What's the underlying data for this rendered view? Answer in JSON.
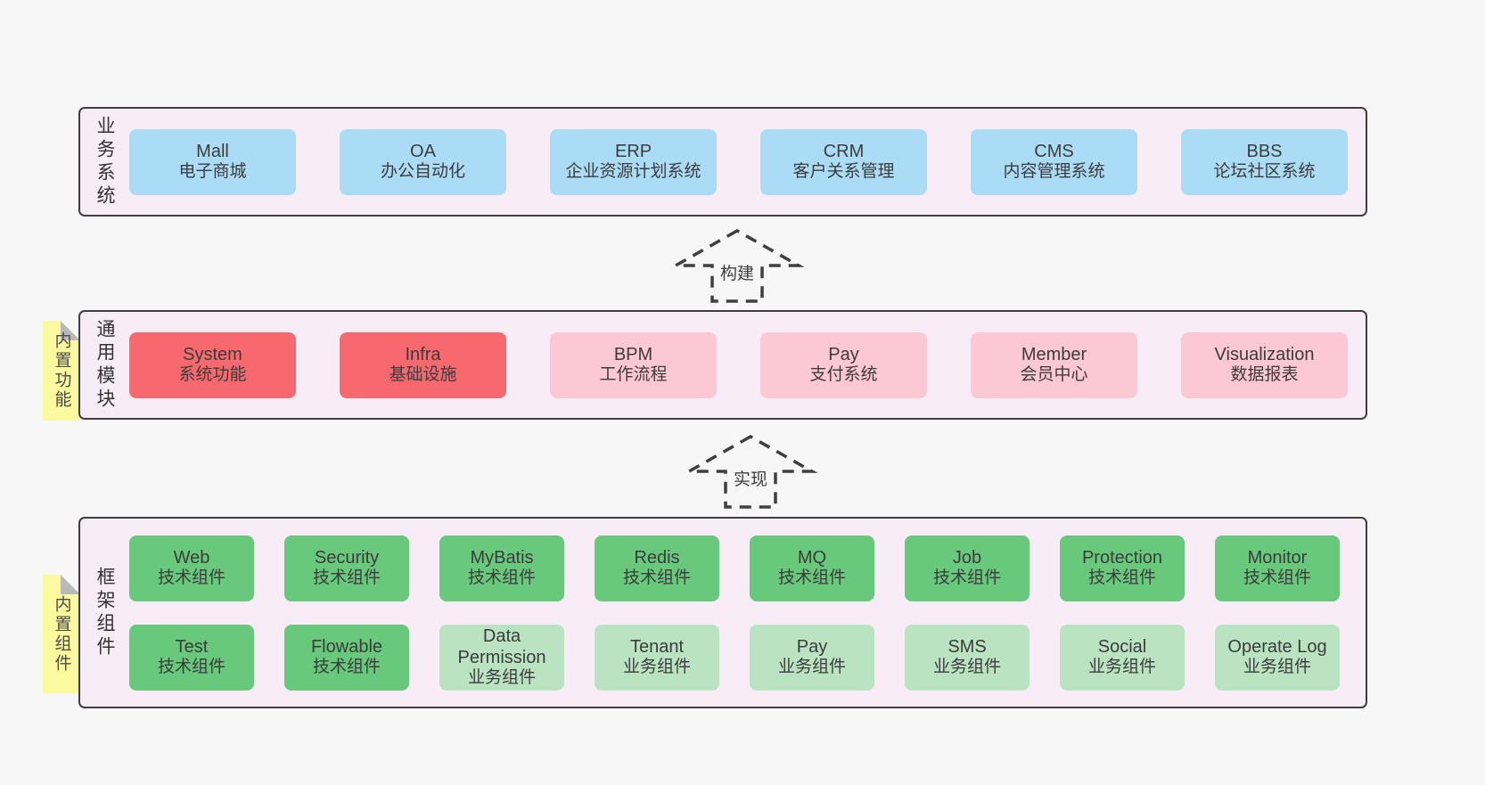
{
  "colors": {
    "blue": "#aadcf5",
    "red": "#f7696e",
    "pink": "#fcc8d3",
    "green": "#68c87b",
    "lightgreen": "#b9e3c1",
    "sticky": "#fcfa9f",
    "panel_fill": "#f8edf6",
    "panel_border": "#3f3f3f",
    "page_background": "#f7f7f7"
  },
  "arrows": [
    {
      "label": "构建"
    },
    {
      "label": "实现"
    }
  ],
  "sections": [
    {
      "label": "业务系统",
      "sticky": null,
      "rows": [
        {
          "boxes": [
            {
              "title": "Mall",
              "subtitle": "电子商城",
              "variant": "blue"
            },
            {
              "title": "OA",
              "subtitle": "办公自动化",
              "variant": "blue"
            },
            {
              "title": "ERP",
              "subtitle": "企业资源计划系统",
              "variant": "blue"
            },
            {
              "title": "CRM",
              "subtitle": "客户关系管理",
              "variant": "blue"
            },
            {
              "title": "CMS",
              "subtitle": "内容管理系统",
              "variant": "blue"
            },
            {
              "title": "BBS",
              "subtitle": "论坛社区系统",
              "variant": "blue"
            }
          ]
        }
      ]
    },
    {
      "label": "通用模块",
      "sticky": "内置功能",
      "rows": [
        {
          "boxes": [
            {
              "title": "System",
              "subtitle": "系统功能",
              "variant": "red"
            },
            {
              "title": "Infra",
              "subtitle": "基础设施",
              "variant": "red"
            },
            {
              "title": "BPM",
              "subtitle": "工作流程",
              "variant": "pink"
            },
            {
              "title": "Pay",
              "subtitle": "支付系统",
              "variant": "pink"
            },
            {
              "title": "Member",
              "subtitle": "会员中心",
              "variant": "pink"
            },
            {
              "title": "Visualization",
              "subtitle": "数据报表",
              "variant": "pink"
            }
          ]
        }
      ]
    },
    {
      "label": "框架组件",
      "sticky": "内置组件",
      "rows": [
        {
          "boxes": [
            {
              "title": "Web",
              "subtitle": "技术组件",
              "variant": "green"
            },
            {
              "title": "Security",
              "subtitle": "技术组件",
              "variant": "green"
            },
            {
              "title": "MyBatis",
              "subtitle": "技术组件",
              "variant": "green"
            },
            {
              "title": "Redis",
              "subtitle": "技术组件",
              "variant": "green"
            },
            {
              "title": "MQ",
              "subtitle": "技术组件",
              "variant": "green"
            },
            {
              "title": "Job",
              "subtitle": "技术组件",
              "variant": "green"
            },
            {
              "title": "Protection",
              "subtitle": "技术组件",
              "variant": "green"
            },
            {
              "title": "Monitor",
              "subtitle": "技术组件",
              "variant": "green"
            }
          ]
        },
        {
          "boxes": [
            {
              "title": "Test",
              "subtitle": "技术组件",
              "variant": "green"
            },
            {
              "title": "Flowable",
              "subtitle": "技术组件",
              "variant": "green"
            },
            {
              "title": "Data Permission",
              "subtitle": "业务组件",
              "variant": "lightgreen"
            },
            {
              "title": "Tenant",
              "subtitle": "业务组件",
              "variant": "lightgreen"
            },
            {
              "title": "Pay",
              "subtitle": "业务组件",
              "variant": "lightgreen"
            },
            {
              "title": "SMS",
              "subtitle": "业务组件",
              "variant": "lightgreen"
            },
            {
              "title": "Social",
              "subtitle": "业务组件",
              "variant": "lightgreen"
            },
            {
              "title": "Operate Log",
              "subtitle": "业务组件",
              "variant": "lightgreen"
            }
          ]
        }
      ]
    }
  ]
}
